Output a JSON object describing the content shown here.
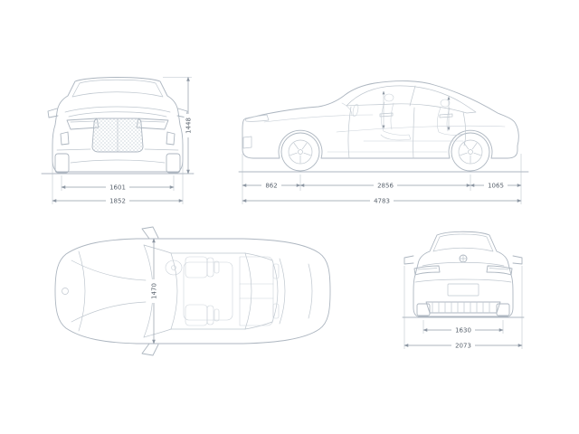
{
  "meta": {
    "type": "vehicle-dimension-blueprint"
  },
  "colors": {
    "line": "#adb6c0",
    "detail": "#bfc7cf",
    "interior": "#ccd3da",
    "dim": "#929ca8",
    "ext": "#b7bfc9",
    "text": "#5a636e"
  },
  "dims": {
    "front": {
      "track": "1601",
      "width": "1852",
      "height": "1448"
    },
    "side": {
      "front_overhang": "862",
      "wheelbase": "2856",
      "rear_overhang": "1065",
      "length": "4783"
    },
    "top": {
      "cabin_width": "1470"
    },
    "rear": {
      "track": "1630",
      "width_mirrors": "2073"
    }
  }
}
